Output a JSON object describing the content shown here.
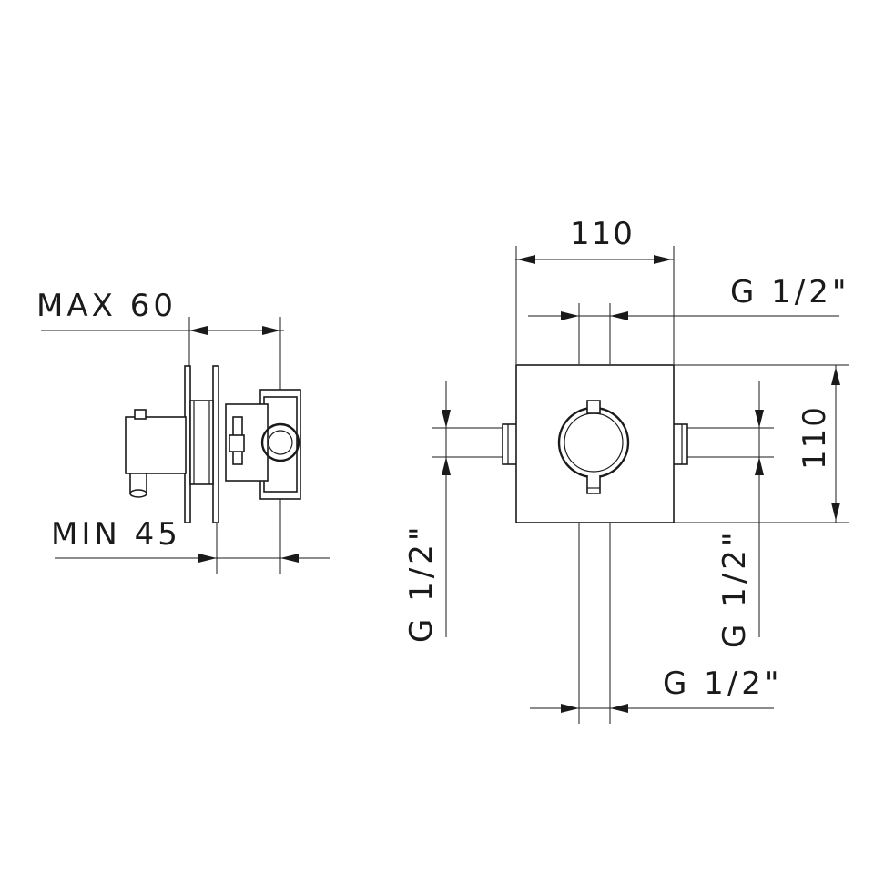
{
  "side_view": {
    "max_label": "MAX 60",
    "min_label": "MIN 45"
  },
  "front_view": {
    "width_label": "110",
    "height_label": "110",
    "thread_top": "G 1/2\"",
    "thread_bottom": "G 1/2\"",
    "thread_left": "G 1/2\"",
    "thread_right": "G 1/2\""
  }
}
